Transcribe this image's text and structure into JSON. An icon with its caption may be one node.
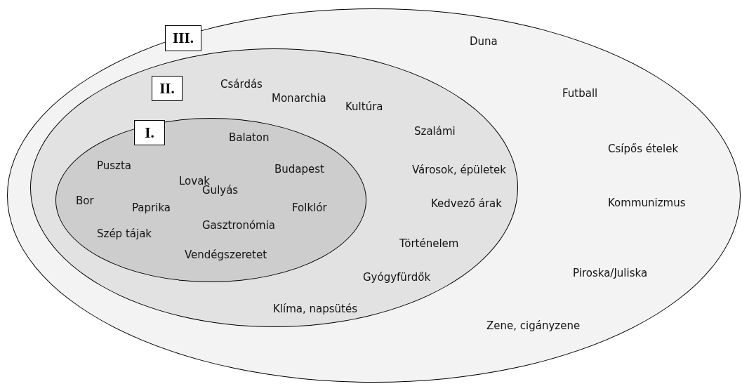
{
  "diagram": {
    "nodes": [
      {
        "text": [
          "III.",
          "Duna",
          "Futball",
          "Csípős ételek",
          "Kommunizmus",
          "Piroska/Juliska",
          "Zene, cigányzene"
        ]
      },
      {
        "text": [
          "II.",
          "Csárdás",
          "Monarchia",
          "Kultúra",
          "Szalámi",
          "Városok, épületek",
          "Kedvező árak",
          "Történelem",
          "Gyógyfürdők",
          "Klíma, napsütés"
        ],
        "in": 0
      },
      {
        "text": [
          "I.",
          "Balaton",
          "Puszta",
          "Budapest",
          "Lovak",
          "Gulyás",
          "Bor",
          "Paprika",
          "Folklór",
          "Gasztronómia",
          "Szép tájak",
          "Vendégszeretet"
        ],
        "in": 1
      }
    ]
  }
}
